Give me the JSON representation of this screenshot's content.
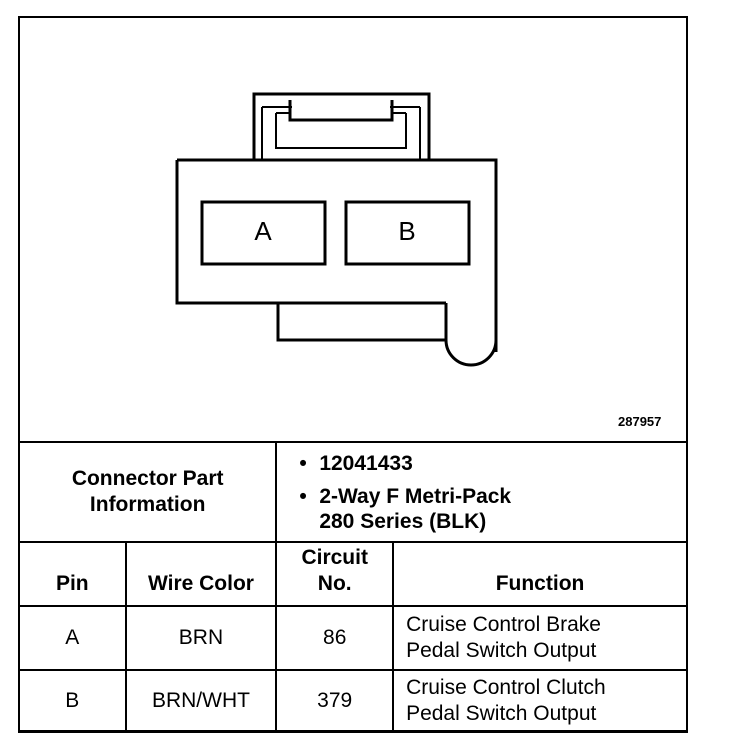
{
  "figure_number": "287957",
  "connector": {
    "pins": [
      "A",
      "B"
    ]
  },
  "info_table": {
    "part_info_label": [
      "Connector Part",
      "Information"
    ],
    "part_details": [
      "12041433",
      "2-Way F Metri-Pack",
      "280 Series (BLK)"
    ]
  },
  "pin_table": {
    "headers": {
      "pin": "Pin",
      "wire_color": "Wire Color",
      "circuit_line1": "Circuit",
      "circuit_line2": "No.",
      "function": "Function"
    },
    "rows": [
      {
        "pin": "A",
        "wire_color": "BRN",
        "circuit": "86",
        "function": [
          "Cruise Control Brake",
          "Pedal Switch Output"
        ]
      },
      {
        "pin": "B",
        "wire_color": "BRN/WHT",
        "circuit": "379",
        "function": [
          "Cruise Control Clutch",
          "Pedal Switch Output"
        ]
      }
    ]
  }
}
